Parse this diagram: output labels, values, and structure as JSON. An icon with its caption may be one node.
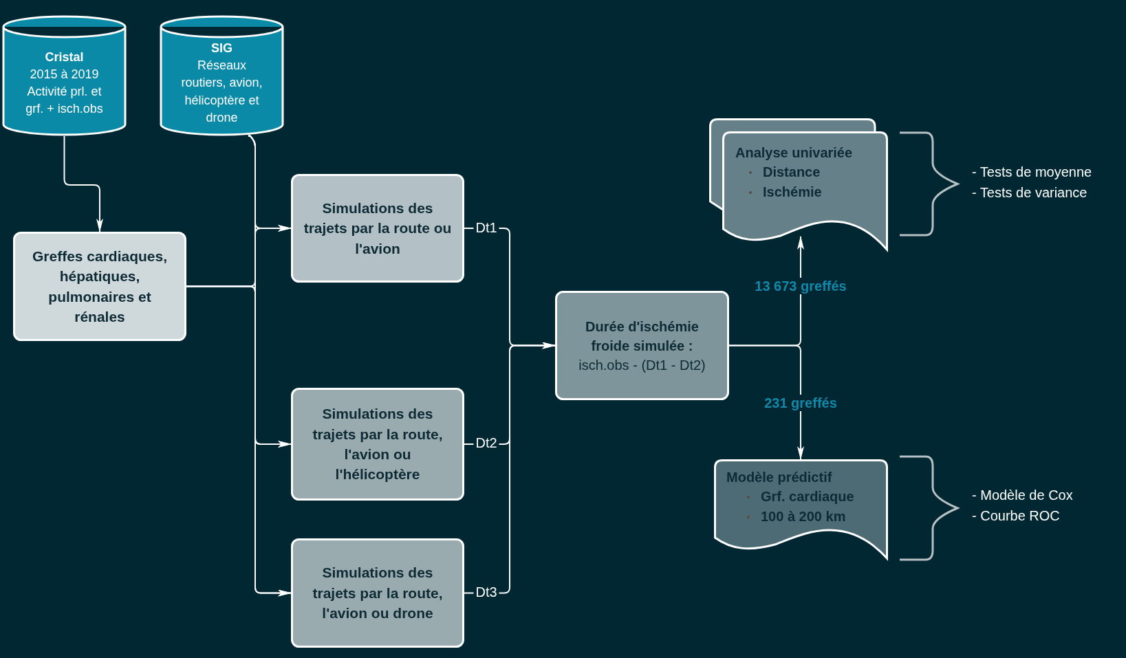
{
  "diagram": {
    "nodes": [
      {
        "text": [
          "Cristal",
          "2015 à 2019 Activité prl. et grf. + isch.obs"
        ]
      },
      {
        "text": [
          "SIG",
          "Réseaux routiers, avion, hélicoptère et drone"
        ]
      },
      {
        "text": [
          "Greffes cardiaques, hépatiques, pulmonaires et rénales"
        ]
      },
      {
        "text": [
          "Simulations des trajets par la route ou l'avion"
        ]
      },
      {
        "text": [
          "Simulations des trajets par la route, l'avion ou l'hélicoptère"
        ]
      },
      {
        "text": [
          "Simulations des trajets par la route, l'avion ou drone"
        ]
      },
      {
        "text": [
          "Durée d'ischémie froide simulée :",
          "isch.obs - (Dt1 - Dt2)"
        ]
      },
      {
        "text": [
          "Analyse univariée",
          "Distance",
          "Ischémie"
        ],
        "beside": [
          "- Tests de moyenne",
          "- Tests de variance"
        ]
      },
      {
        "text": [
          "Modèle prédictif",
          "Grf. cardiaque",
          "100 à 200 km"
        ],
        "beside": [
          "- Modèle de Cox",
          "- Courbe ROC"
        ]
      }
    ],
    "edges": [
      {
        "from": 0,
        "to": 2,
        "arrow": "to"
      },
      {
        "from": 1,
        "to": 3,
        "arrow": "to"
      },
      {
        "from": 1,
        "to": 4,
        "arrow": "to"
      },
      {
        "from": 1,
        "to": 5,
        "arrow": "to"
      },
      {
        "from": 2,
        "to": 3,
        "arrow": "to"
      },
      {
        "from": 2,
        "to": 4,
        "arrow": "to"
      },
      {
        "from": 2,
        "to": 5,
        "arrow": "to"
      },
      {
        "from": 3,
        "to": 6,
        "label": "Dt1",
        "arrow": "to"
      },
      {
        "from": 4,
        "to": 6,
        "label": "Dt2",
        "arrow": "to"
      },
      {
        "from": 5,
        "to": 6,
        "label": "Dt3",
        "arrow": "to"
      },
      {
        "from": 6,
        "to": 7,
        "label": "13 673 greffés",
        "arrow": "to"
      },
      {
        "from": 6,
        "to": 8,
        "label": "231 greffés",
        "arrow": "to"
      }
    ]
  }
}
